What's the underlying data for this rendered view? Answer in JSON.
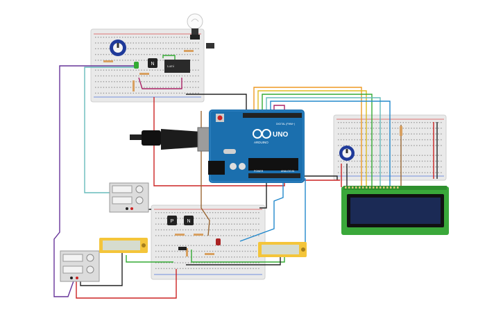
{
  "scene": {
    "colors": {
      "background": "#ffffff",
      "breadboard": "#e9e9e9",
      "breadboard_hole": "#9a9a9a",
      "rail_red": "#d84a4a",
      "rail_blue": "#4a6fd8",
      "arduino_board": "#1b6fae",
      "arduino_dark": "#0f4f80",
      "usb_cable": "#222222",
      "lcd_frame": "#3aa83a",
      "lcd_screen": "#1b2a55",
      "multimeter_body": "#f4c53a",
      "multimeter_screen": "#d6dccf",
      "psu_body": "#dcdcdc",
      "wire_red": "#cc2222",
      "wire_green": "#33aa33",
      "wire_teal": "#66bbbb",
      "wire_purple": "#663399",
      "wire_black": "#222222",
      "wire_orange": "#ee9922",
      "wire_yellow": "#ddbb22",
      "wire_blue": "#2288cc",
      "wire_magenta": "#aa2266",
      "wire_brown": "#996633"
    },
    "arduino": {
      "logo_text": "UNO",
      "brand_text": "ARDUINO",
      "label_digital": "DIGITAL (PWM~)",
      "label_power": "POWER",
      "label_analog": "ANALOG IN"
    },
    "relay": {
      "label": "Lumi"
    },
    "transistors": {
      "top_label": "N",
      "pnp_label": "P",
      "npn_label": "N"
    },
    "icons": {
      "light_bulb": "bulb-icon",
      "potentiometer": "knob-icon"
    }
  }
}
